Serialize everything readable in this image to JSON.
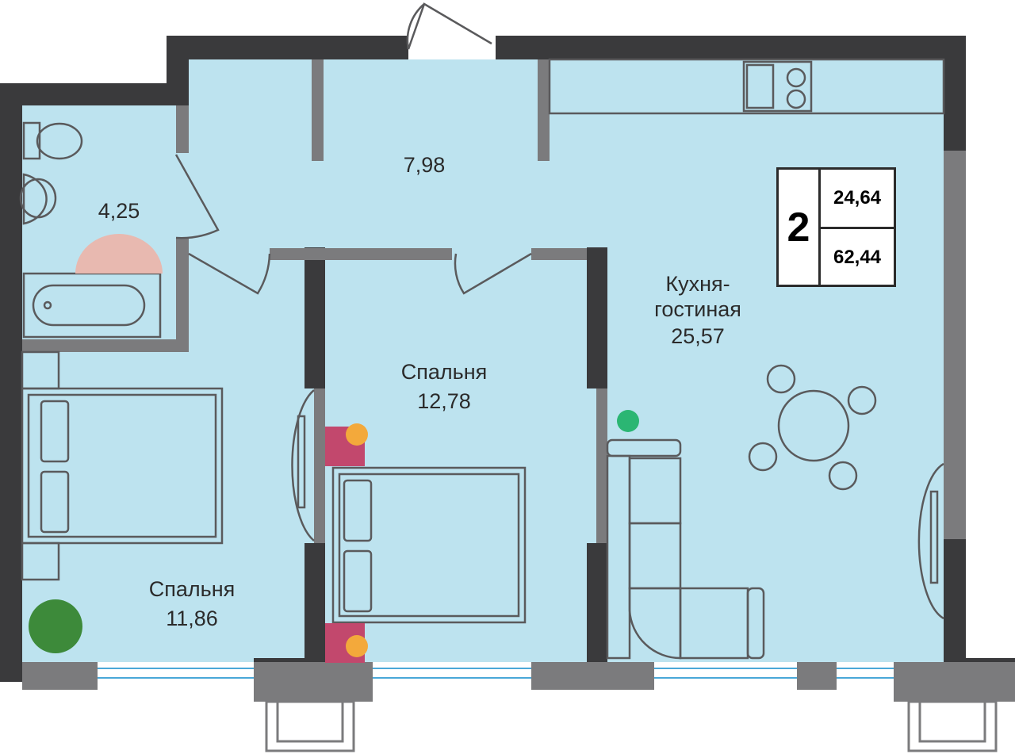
{
  "rooms": [
    {
      "name": "",
      "area": "4,25"
    },
    {
      "name": "",
      "area": "7,98"
    },
    {
      "name": "Кухня-\nгостиная",
      "area": "25,57"
    },
    {
      "name": "Спальня",
      "area": "12,78"
    },
    {
      "name": "Спальня",
      "area": "11,86"
    }
  ],
  "summary": {
    "room_count": "2",
    "living_area": "24,64",
    "total_area": "62,44"
  },
  "colors": {
    "floor": "#bde3ef",
    "wall": "#3a3a3c",
    "partition": "#7b7b7d",
    "window": "#4aa8d8"
  }
}
